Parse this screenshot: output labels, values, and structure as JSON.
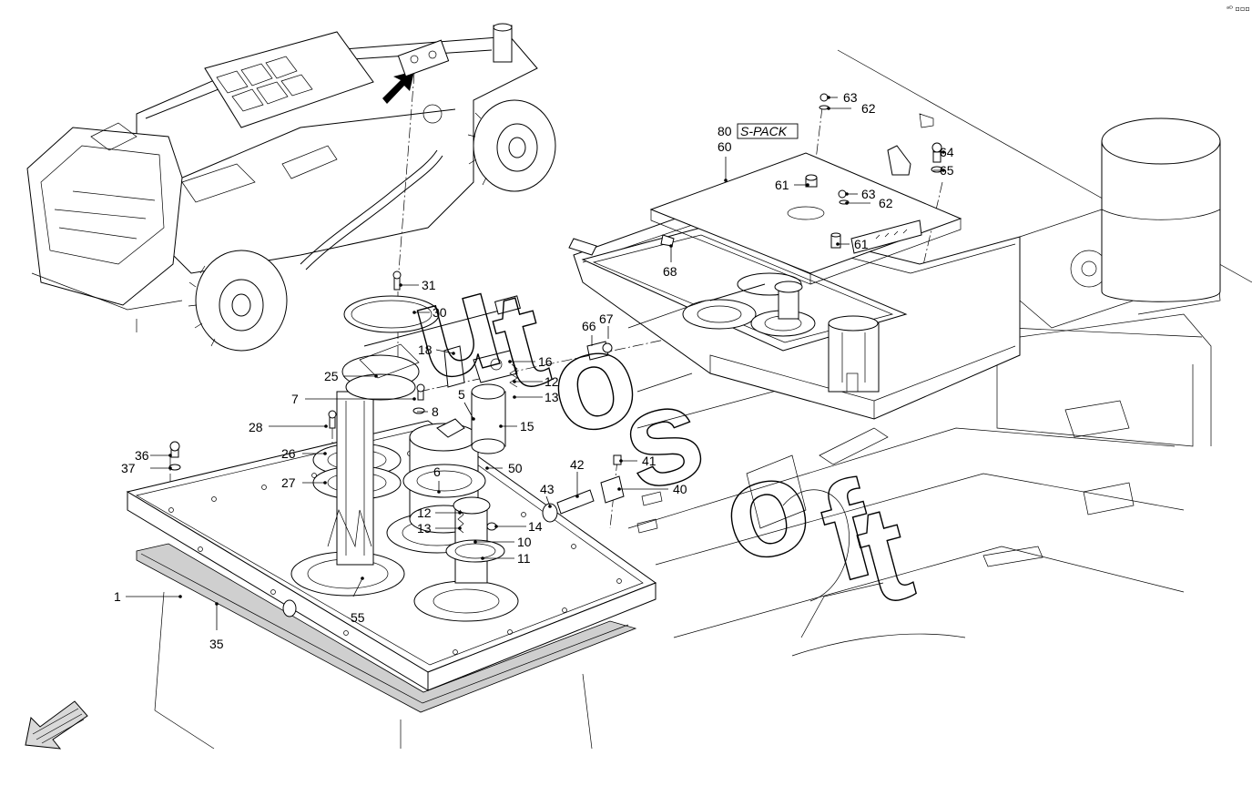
{
  "corner_mark": "ᵃᴰ ▫▫▫",
  "watermark": [
    "u",
    "t",
    "o",
    "s",
    "o",
    "f",
    "t"
  ],
  "kit_label": "S-PACK",
  "callouts": {
    "c1": "1",
    "c5": "5",
    "c6": "6",
    "c7": "7",
    "c8": "8",
    "c10": "10",
    "c11": "11",
    "c12a": "12",
    "c12b": "12",
    "c13a": "13",
    "c13b": "13",
    "c14": "14",
    "c15": "15",
    "c16": "16",
    "c18": "18",
    "c25": "25",
    "c26": "26",
    "c27": "27",
    "c28": "28",
    "c30": "30",
    "c31": "31",
    "c35": "35",
    "c36": "36",
    "c37": "37",
    "c40": "40",
    "c41": "41",
    "c42": "42",
    "c43": "43",
    "c50": "50",
    "c55": "55",
    "c60": "60",
    "c61a": "61",
    "c61b": "61",
    "c62a": "62",
    "c62b": "62",
    "c63a": "63",
    "c63b": "63",
    "c64": "64",
    "c65": "65",
    "c66": "66",
    "c67": "67",
    "c68": "68",
    "c80": "80"
  }
}
